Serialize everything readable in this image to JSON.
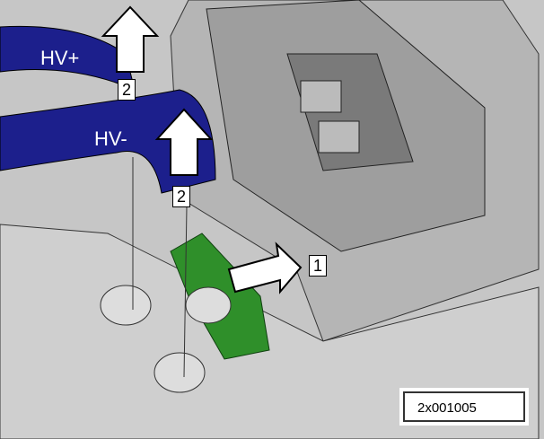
{
  "labels": {
    "hv_plus": "HV+",
    "hv_minus": "HV-"
  },
  "callouts": {
    "step_1": "1",
    "step_2a": "2",
    "step_2b": "2"
  },
  "figure_id": "2x001005",
  "colors": {
    "cable": "#1c1f8c",
    "bracket": "#2f8f2a",
    "housing": "#c4c4c4"
  }
}
